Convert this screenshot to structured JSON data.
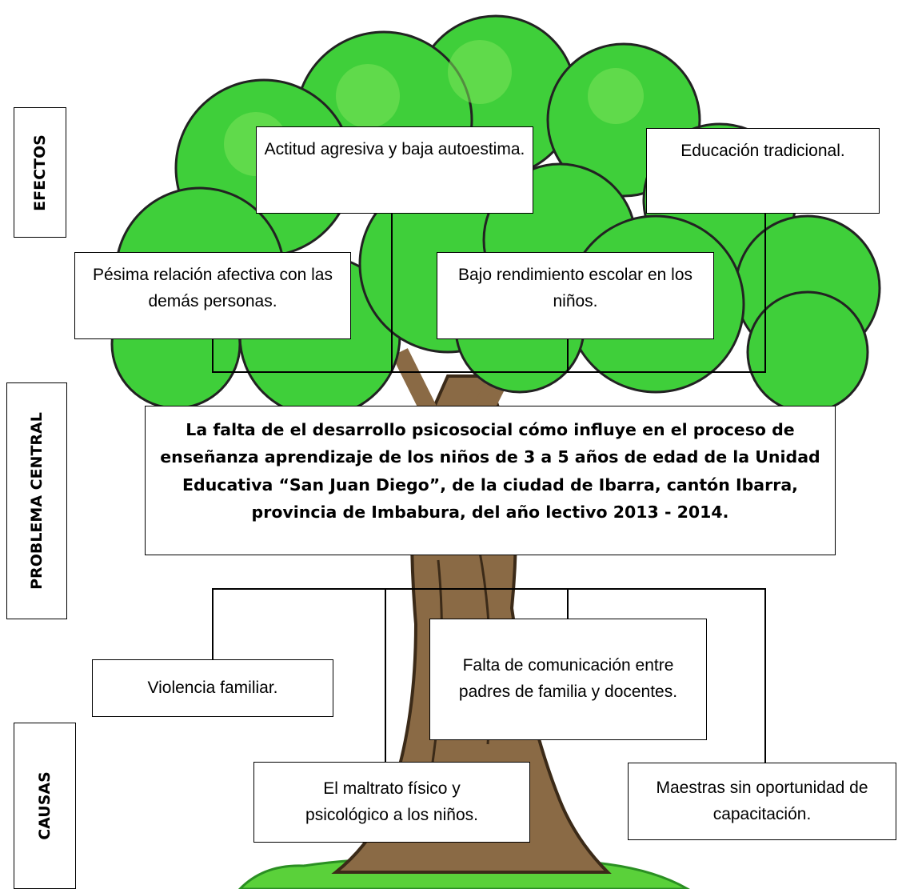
{
  "labels": {
    "efectos": "EFECTOS",
    "problema_central": "PROBLEMA CENTRAL",
    "causas": "CAUSAS"
  },
  "efectos": {
    "e1": "Actitud agresiva y baja autoestima.",
    "e2": "Educación tradicional.",
    "e3": "Pésima  relación afectiva con las demás personas.",
    "e4": "Bajo rendimiento escolar en los niños."
  },
  "problema_central": "La falta de el desarrollo psicosocial cómo influye en el proceso de enseñanza aprendizaje de los niños  de 3 a 5 años de edad de la Unidad Educativa “San Juan Diego”, de la ciudad de Ibarra, cantón Ibarra, provincia de Imbabura, del año lectivo 2013 - 2014.",
  "causas": {
    "c1": "Violencia familiar.",
    "c2": "Falta de comunicación entre padres de familia y docentes.",
    "c3": "El maltrato físico y psicológico a los niños.",
    "c4": "Maestras sin oportunidad de capacitación."
  },
  "colors": {
    "foliage": "#3fcf3a",
    "foliage_dark": "#2a8f22",
    "trunk": "#8a6a45",
    "grass": "#5ad13a"
  },
  "illustration": "tree-icon"
}
